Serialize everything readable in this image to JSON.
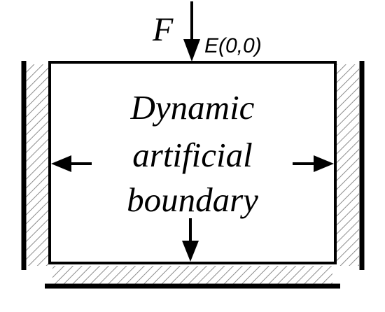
{
  "diagram": {
    "force_label": "F",
    "point_label": "E(0,0)",
    "body_text": [
      "Dynamic",
      "artificial",
      "boundary"
    ],
    "colors": {
      "stroke": "#000000",
      "hatch": "#8c8c8c",
      "background": "#ffffff"
    },
    "icons": {
      "force": "arrow-down-icon",
      "left_boundary": "arrow-left-icon",
      "right_boundary": "arrow-right-icon",
      "bottom_boundary": "arrow-down-icon"
    }
  }
}
